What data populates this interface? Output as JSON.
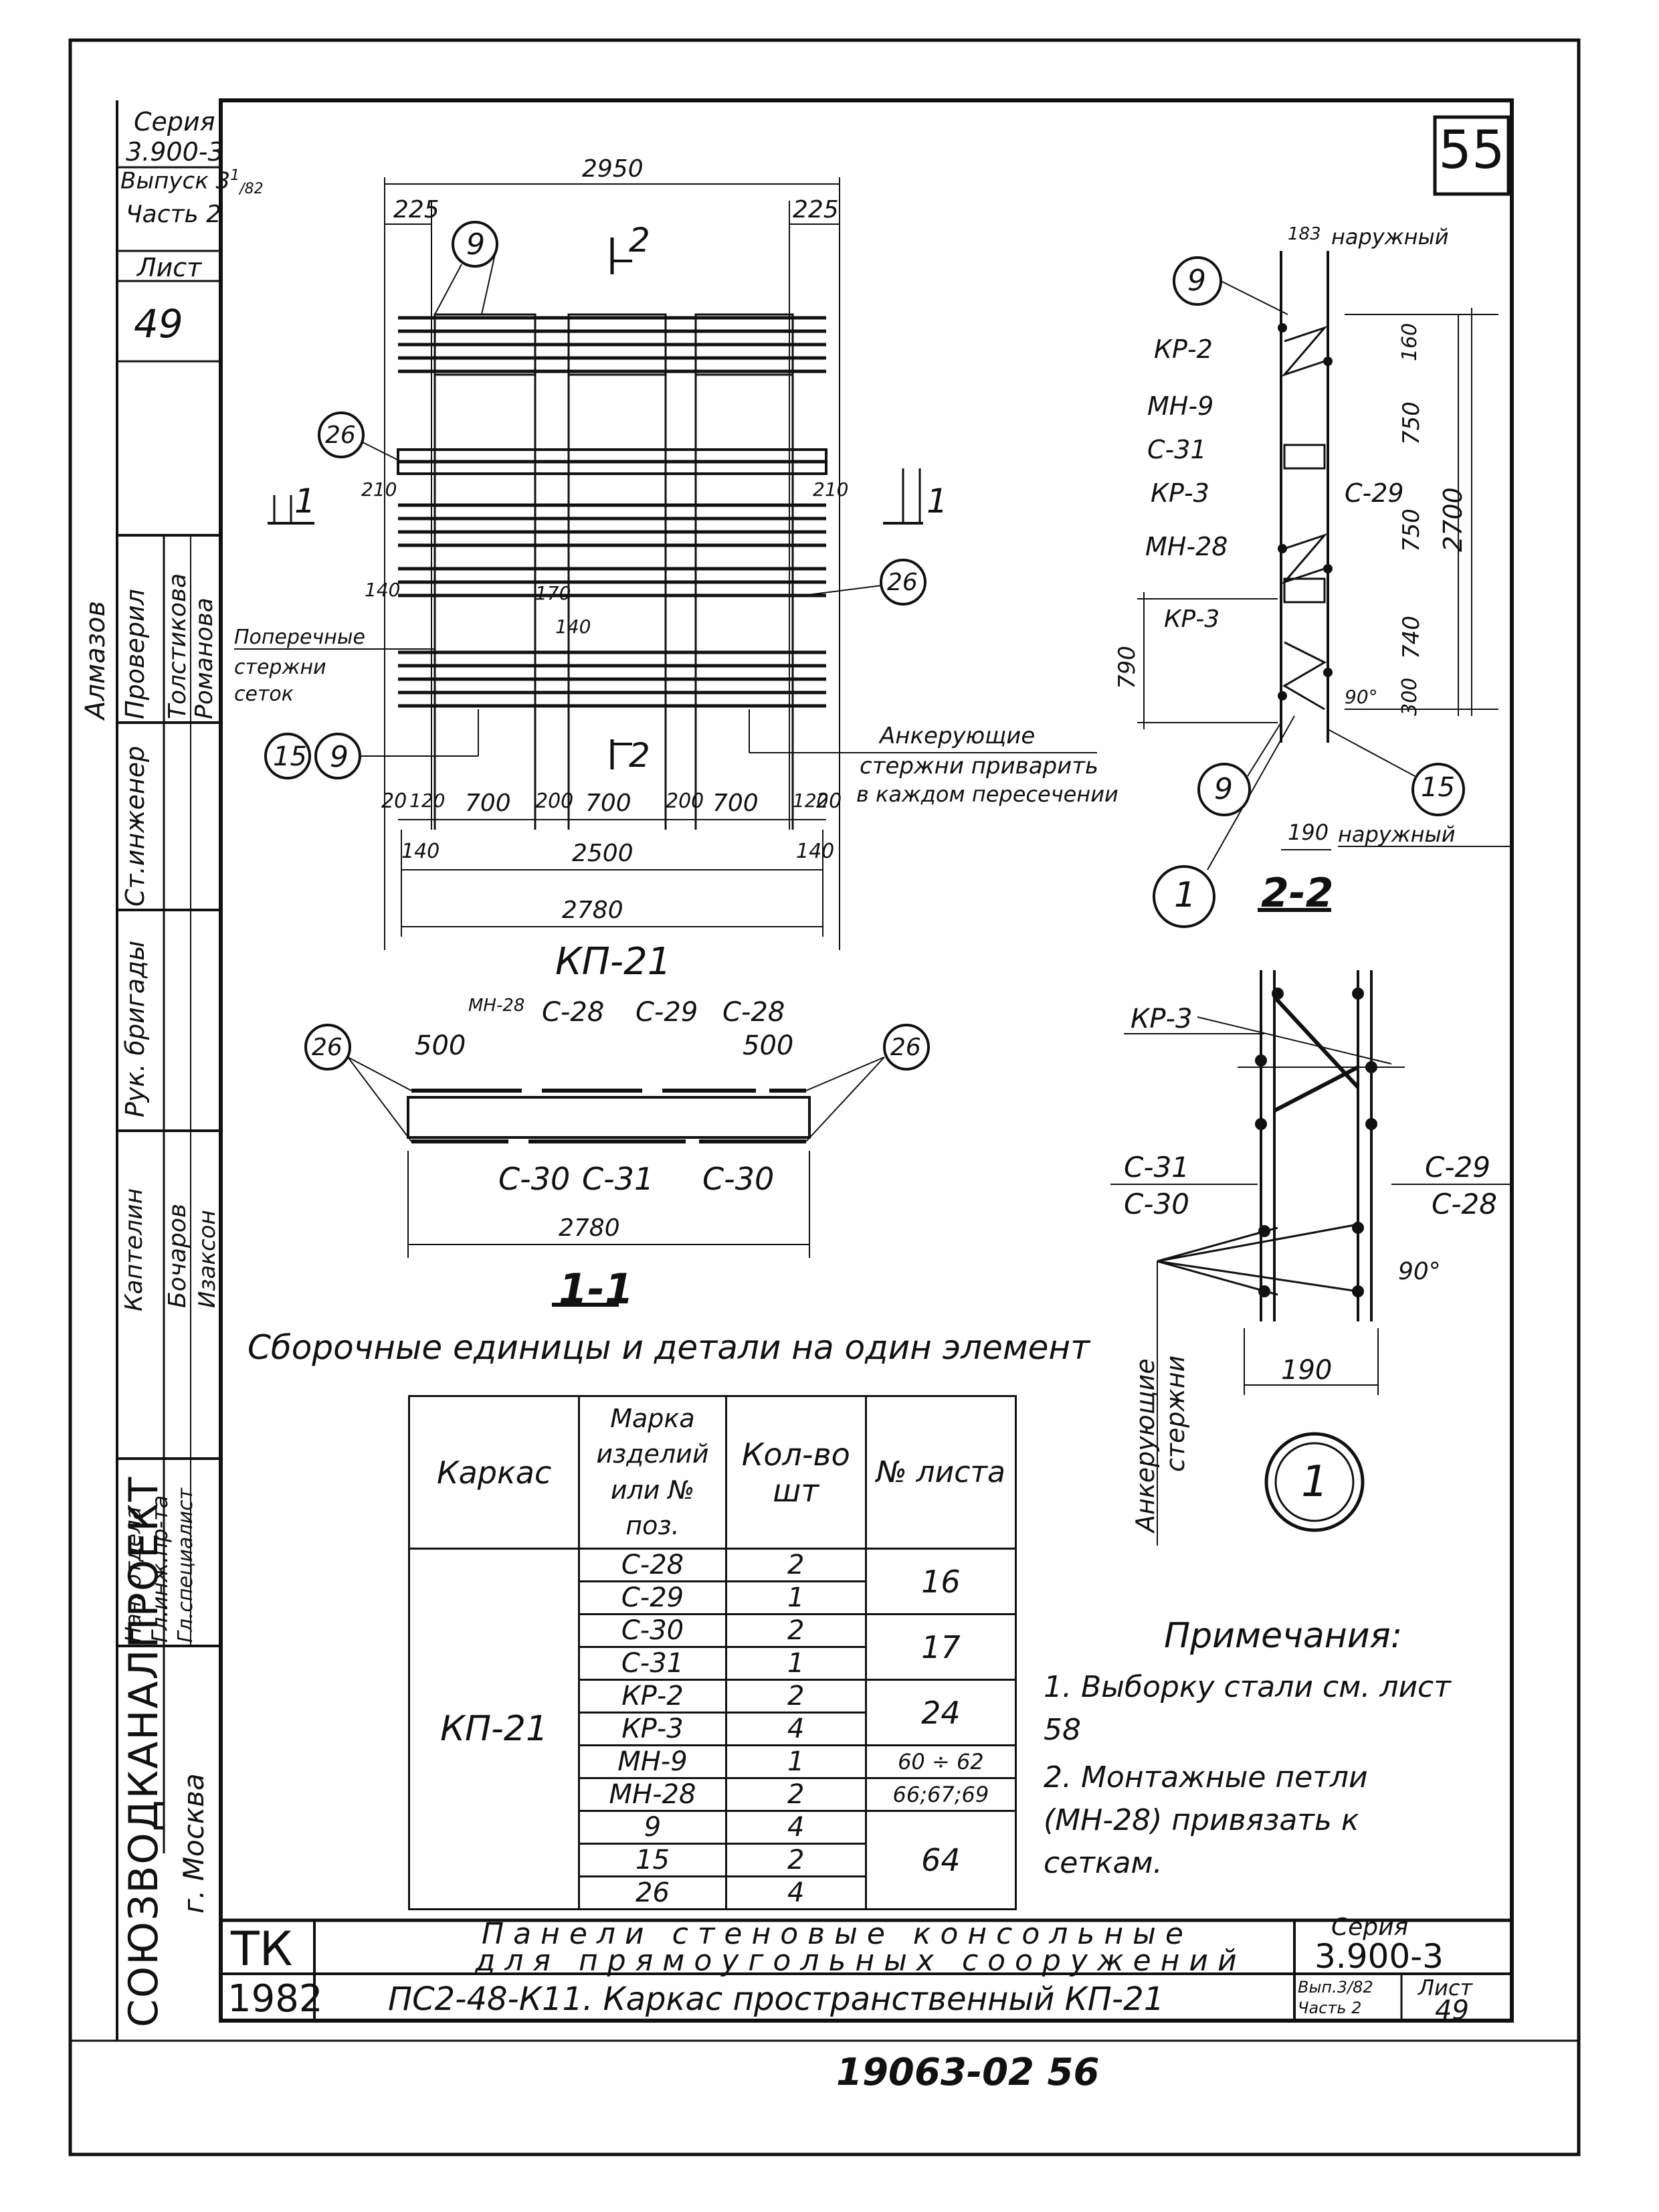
{
  "sheet_number_box": "55",
  "left_stamp": {
    "series_label": "Серия",
    "series_value": "3.900-3",
    "issue": "Выпуск 3",
    "issue_sup": "1",
    "issue_sub": "/82",
    "part": "Часть 2",
    "sheet_label": "Лист",
    "sheet_value": "49",
    "org": "СОЮЗВОДКАНАЛПРОЕКТ",
    "city": "г. Москва",
    "roles": [
      "Рук. бригады",
      "Ст.инженер",
      "Проверил",
      "Нач. отдела",
      "Гл.инж.пр-та",
      "Гл.специалист"
    ],
    "names": [
      "Алмазов",
      "Толстикова",
      "Романова",
      "Каптелин",
      "Бочаров",
      "Изаксон"
    ]
  },
  "plan_view": {
    "dims_top": [
      "2950",
      "225",
      "225"
    ],
    "dims_side": [
      "210",
      "210",
      "140",
      "170",
      "140"
    ],
    "dims_bottom": [
      "20",
      "120",
      "700",
      "200",
      "700",
      "200",
      "700",
      "120",
      "20"
    ],
    "dims_total": [
      "140",
      "2500",
      "140",
      "2780"
    ],
    "callouts": [
      "9",
      "26",
      "26",
      "15",
      "9"
    ],
    "section_marks": [
      "2",
      "2",
      "1",
      "1"
    ],
    "note_left": [
      "Поперечные",
      "стержни",
      "сеток"
    ],
    "note_right": [
      "Анкерующие",
      "стержни приварить",
      "в каждом пересечении"
    ],
    "title": "КП-21"
  },
  "section_1_1": {
    "callouts": [
      "26",
      "26"
    ],
    "labels_top": [
      "МН-28",
      "С-28",
      "С-29",
      "С-28"
    ],
    "dims_top": [
      "500",
      "500"
    ],
    "labels_bottom": [
      "С-30",
      "С-31",
      "С-30"
    ],
    "dim_total": "2780",
    "title": "1-1"
  },
  "section_2_2": {
    "top_dim": "183",
    "top_label": "наружный",
    "labels": [
      "КР-2",
      "МН-9",
      "С-31",
      "КР-3",
      "МН-28",
      "КР-3",
      "С-29"
    ],
    "callouts": [
      "9",
      "9",
      "15",
      "1"
    ],
    "dims_right": [
      "160",
      "750",
      "750",
      "740",
      "300"
    ],
    "dim_total": "2700",
    "dim_left": "790",
    "angle": "90°",
    "bottom_dim": "190",
    "bottom_label": "наружный",
    "title": "2-2"
  },
  "detail_1": {
    "labels": [
      "КР-3",
      "С-31",
      "С-30",
      "С-29",
      "С-28"
    ],
    "vertical_label": [
      "Анкерующие",
      "стержни"
    ],
    "angle": "90°",
    "dim": "190",
    "callout": "1"
  },
  "assembly_title": "Сборочные единицы и детали на один элемент",
  "table": {
    "headers": [
      "Каркас",
      "Марка изделий или № поз.",
      "Кол-во шт",
      "№ листа"
    ],
    "frame": "КП-21",
    "rows": [
      {
        "mark": "С-28",
        "qty": "2"
      },
      {
        "mark": "С-29",
        "qty": "1"
      },
      {
        "mark": "С-30",
        "qty": "2"
      },
      {
        "mark": "С-31",
        "qty": "1"
      },
      {
        "mark": "КР-2",
        "qty": "2"
      },
      {
        "mark": "КР-3",
        "qty": "4"
      },
      {
        "mark": "МН-9",
        "qty": "1"
      },
      {
        "mark": "МН-28",
        "qty": "2"
      },
      {
        "mark": "9",
        "qty": "4"
      },
      {
        "mark": "15",
        "qty": "2"
      },
      {
        "mark": "26",
        "qty": "4"
      }
    ],
    "sheets": [
      "16",
      "17",
      "24",
      "60 ÷ 62",
      "66;67;69",
      "64"
    ]
  },
  "notes": {
    "title": "Примечания:",
    "items": [
      "1. Выборку стали см. лист 58",
      "2. Монтажные петли (МН-28) привязать к сеткам."
    ]
  },
  "title_block": {
    "tk": "ТК",
    "year": "1982",
    "title_line1": "Панели стеновые консольные",
    "title_line2": "для прямоугольных сооружений",
    "doc": "ПС2-48-К11. Каркас пространственный КП-21",
    "series_label": "Серия",
    "series_value": "3.900-3",
    "issue_part": "Вып.3/82 Часть 2",
    "sheet_label": "Лист",
    "sheet_value": "49"
  },
  "bottom_code": "19063-02 56"
}
